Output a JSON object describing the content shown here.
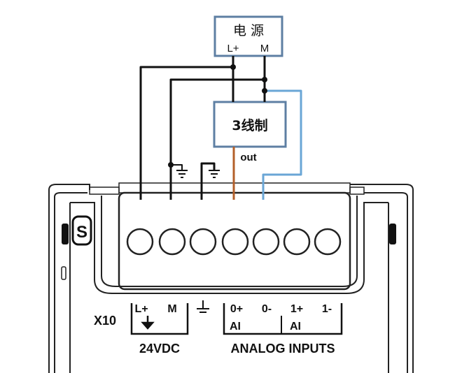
{
  "power_box": {
    "title": "电 源",
    "lplus": "L+",
    "m": "M"
  },
  "sensor_box": {
    "title": "3线制",
    "output_label": "out"
  },
  "module": {
    "logo": "S",
    "connector_id": "X10",
    "terminals": [
      "L+",
      "M",
      "⏚",
      "0+",
      "0-",
      "1+",
      "1-"
    ],
    "ai_label_0": "AI",
    "ai_label_1": "AI",
    "supply_label": "24VDC",
    "analog_label": "ANALOG INPUTS"
  },
  "colors": {
    "wire_black": "#111111",
    "wire_brown": "#b4602a",
    "wire_blue": "#6aa6d6",
    "box_border": "#5e7fa3",
    "module_outline": "#222222"
  }
}
